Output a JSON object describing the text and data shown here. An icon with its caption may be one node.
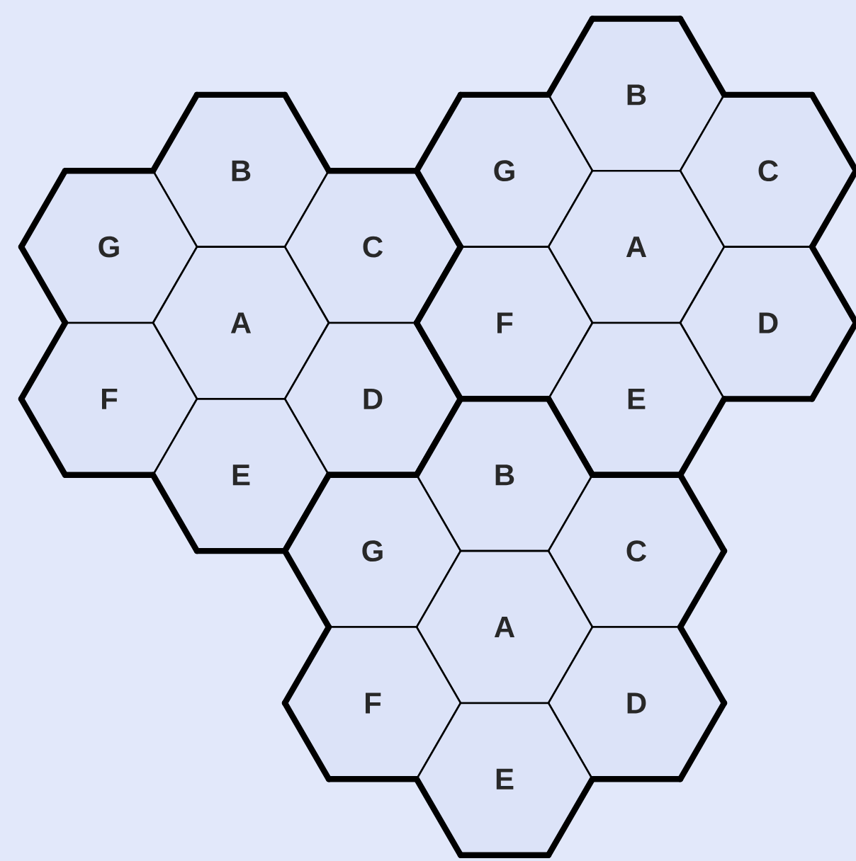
{
  "diagram": {
    "nodes": [
      {
        "text": [
          "B"
        ]
      },
      {
        "text": [
          "G"
        ]
      },
      {
        "text": [
          "C"
        ]
      },
      {
        "text": [
          "A"
        ]
      },
      {
        "text": [
          "F"
        ]
      },
      {
        "text": [
          "D"
        ]
      },
      {
        "text": [
          "E"
        ]
      },
      {
        "text": [
          "B"
        ]
      },
      {
        "text": [
          "G"
        ]
      },
      {
        "text": [
          "C"
        ]
      },
      {
        "text": [
          "A"
        ]
      },
      {
        "text": [
          "F"
        ]
      },
      {
        "text": [
          "D"
        ]
      },
      {
        "text": [
          "E"
        ]
      },
      {
        "text": [
          "B"
        ]
      },
      {
        "text": [
          "G"
        ]
      },
      {
        "text": [
          "C"
        ]
      },
      {
        "text": [
          "A"
        ]
      },
      {
        "text": [
          "F"
        ]
      },
      {
        "text": [
          "D"
        ]
      },
      {
        "text": [
          "E"
        ]
      }
    ]
  }
}
